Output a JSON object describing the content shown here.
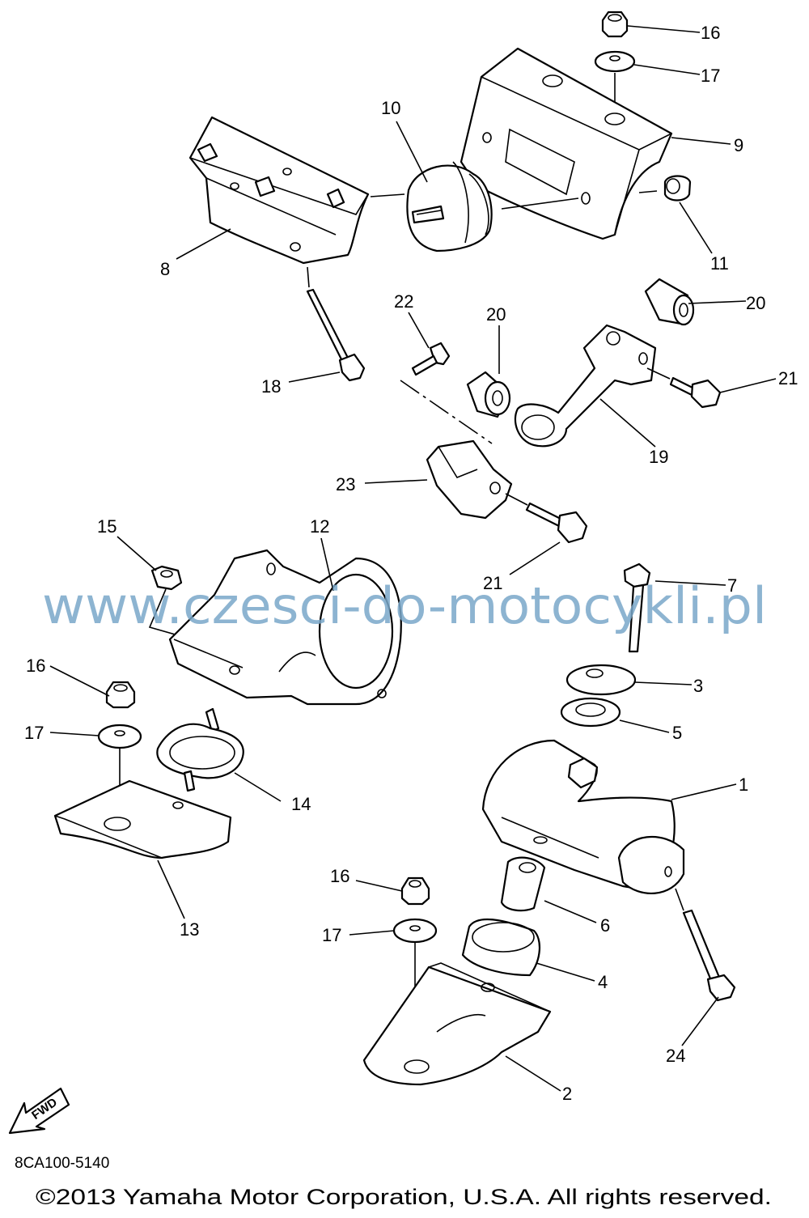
{
  "watermark": "www.czesci-do-motocykli.pl",
  "diagram_code": "8CA100-5140",
  "copyright": "©2013 Yamaha Motor Corporation, U.S.A. All rights reserved.",
  "fwd_label": "FWD",
  "callouts": {
    "c1": "1",
    "c2": "2",
    "c3": "3",
    "c4": "4",
    "c5": "5",
    "c6": "6",
    "c7": "7",
    "c8": "8",
    "c9": "9",
    "c10": "10",
    "c11": "11",
    "c12": "12",
    "c13": "13",
    "c14": "14",
    "c15": "15",
    "c16a": "16",
    "c16b": "16",
    "c16c": "16",
    "c17a": "17",
    "c17b": "17",
    "c17c": "17",
    "c18": "18",
    "c19": "19",
    "c20a": "20",
    "c20b": "20",
    "c21a": "21",
    "c21b": "21",
    "c22": "22",
    "c23": "23",
    "c24": "24"
  },
  "colors": {
    "line": "#000000",
    "watermark": "#7aa7c9",
    "background": "#ffffff"
  }
}
